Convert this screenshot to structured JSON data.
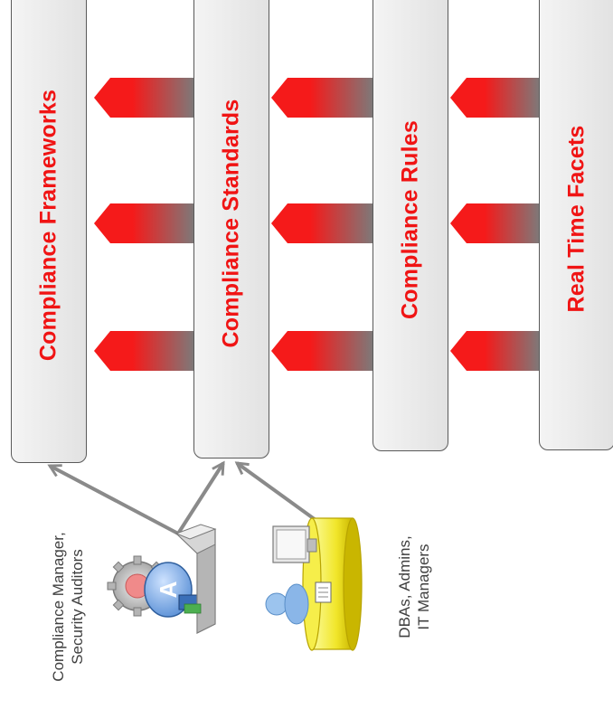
{
  "columns": [
    {
      "label": "Compliance Frameworks"
    },
    {
      "label": "Compliance Standards"
    },
    {
      "label": "Compliance Rules"
    },
    {
      "label": "Real Time Facets"
    }
  ],
  "roles": [
    {
      "line1": "Compliance Manager,",
      "line2": "Security Auditors",
      "icon": "auditor-icon"
    },
    {
      "line1": "DBAs, Admins,",
      "line2": "IT Managers",
      "icon": "admin-icon"
    }
  ],
  "colors": {
    "label_red": "#f01414",
    "arrow_red": "#f51a1a",
    "arrow_gray": "#7b7b7b",
    "panel_border": "#5a5a5a",
    "connector_gray": "#8a8a8a"
  }
}
